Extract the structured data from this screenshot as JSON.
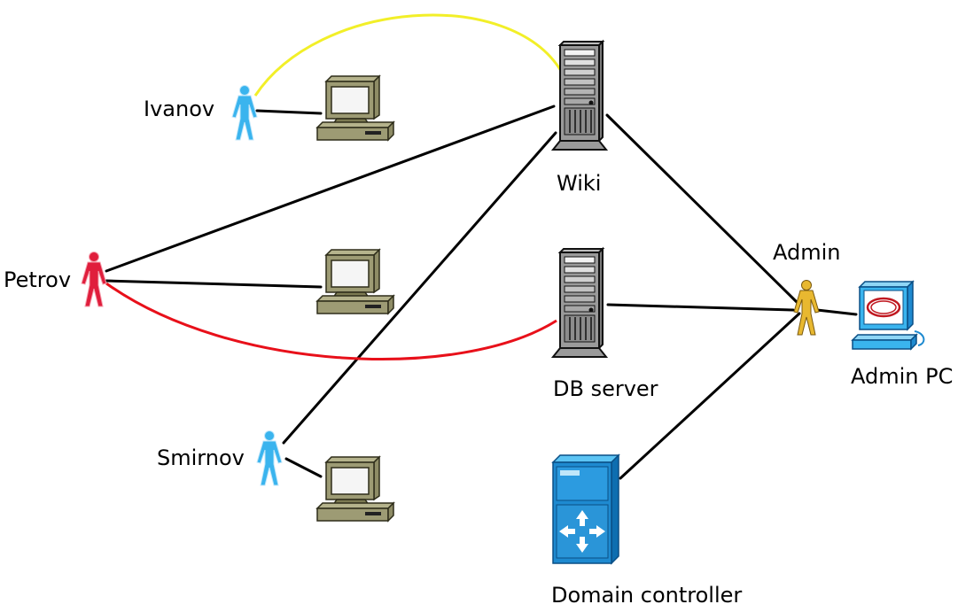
{
  "labels": {
    "ivanov": "Ivanov",
    "petrov": "Petrov",
    "smirnov": "Smirnov",
    "wiki": "Wiki",
    "db_server": "DB server",
    "admin": "Admin",
    "admin_pc": "Admin PC",
    "domain_controller": "Domain controller"
  },
  "colors": {
    "link": "#000000",
    "highlight_ivanov_wiki": "#f2ef28",
    "highlight_petrov_db": "#e8101a",
    "user_blue": "#3ab4ee",
    "user_red": "#e01e3c",
    "admin_gold": "#e8b830",
    "workstation": "#7c7a52",
    "server": "#6e6e6e",
    "dc_blue": "#1e8ad0"
  },
  "icons": {
    "users": [
      "ivanov-user-icon",
      "petrov-user-icon",
      "smirnov-user-icon",
      "admin-user-icon"
    ],
    "workstations": [
      "ivanov-workstation-icon",
      "petrov-workstation-icon",
      "smirnov-workstation-icon",
      "admin-pc-icon"
    ],
    "servers": [
      "wiki-server-icon",
      "db-server-icon",
      "domain-controller-icon"
    ]
  },
  "connections": [
    {
      "from": "Ivanov",
      "to": "Ivanov workstation",
      "color": "black"
    },
    {
      "from": "Ivanov",
      "to": "Wiki",
      "color": "yellow"
    },
    {
      "from": "Petrov",
      "to": "Wiki",
      "color": "black"
    },
    {
      "from": "Petrov",
      "to": "Petrov workstation",
      "color": "black"
    },
    {
      "from": "Petrov",
      "to": "DB server",
      "color": "red"
    },
    {
      "from": "Smirnov",
      "to": "Wiki",
      "color": "black"
    },
    {
      "from": "Smirnov",
      "to": "Smirnov workstation",
      "color": "black"
    },
    {
      "from": "Wiki",
      "to": "Admin",
      "color": "black"
    },
    {
      "from": "DB server",
      "to": "Admin",
      "color": "black"
    },
    {
      "from": "Domain controller",
      "to": "Admin",
      "color": "black"
    },
    {
      "from": "Admin",
      "to": "Admin PC",
      "color": "black"
    }
  ]
}
